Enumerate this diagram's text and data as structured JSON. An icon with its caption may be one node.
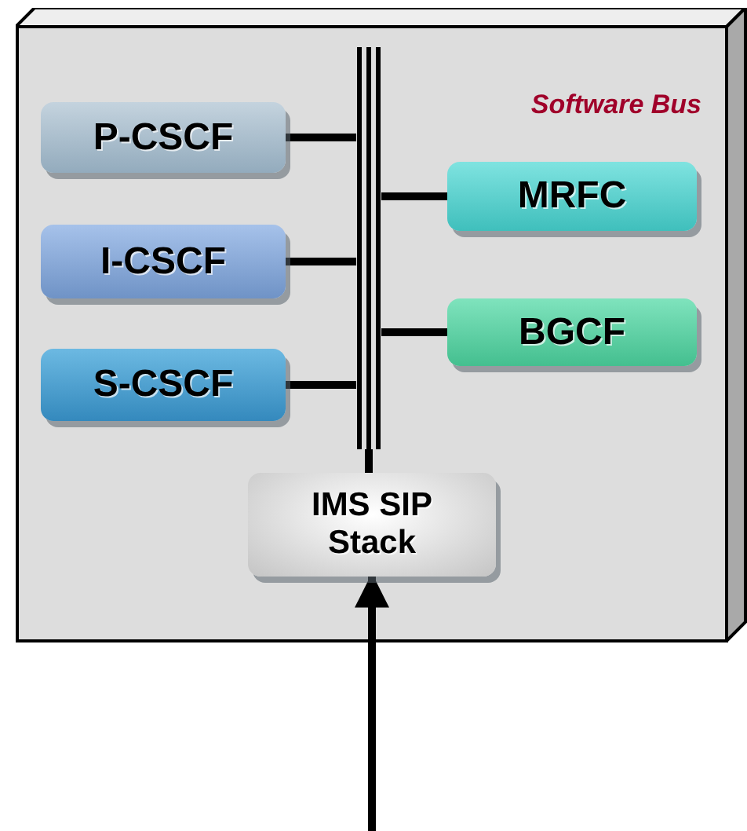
{
  "diagram": {
    "nodes": [
      {
        "text": [],
        "shape": "box"
      },
      {
        "text": [
          "P-CSCF"
        ],
        "in": 0
      },
      {
        "text": [
          "MRFC"
        ],
        "in": 0
      },
      {
        "text": [
          "I-CSCF"
        ],
        "in": 0
      },
      {
        "text": [
          "BGCF"
        ],
        "in": 0
      },
      {
        "text": [
          "S-CSCF"
        ],
        "in": 0
      },
      {
        "text": [],
        "shape": "bar",
        "in": 0
      },
      {
        "text": [
          "IMS SIP Stack"
        ],
        "in": 0
      }
    ],
    "edges": [
      {
        "from": 1,
        "to": 6,
        "arrow": "none"
      },
      {
        "from": 3,
        "to": 6,
        "arrow": "none"
      },
      {
        "from": 5,
        "to": 6,
        "arrow": "none"
      },
      {
        "from": 6,
        "to": 2,
        "arrow": "none"
      },
      {
        "from": 6,
        "to": 4,
        "arrow": "none"
      },
      {
        "from": 6,
        "to": 7,
        "arrow": "none"
      },
      {
        "from": null,
        "to": 7,
        "arrow": "to"
      }
    ],
    "labels": [
      "Software Bus"
    ]
  }
}
